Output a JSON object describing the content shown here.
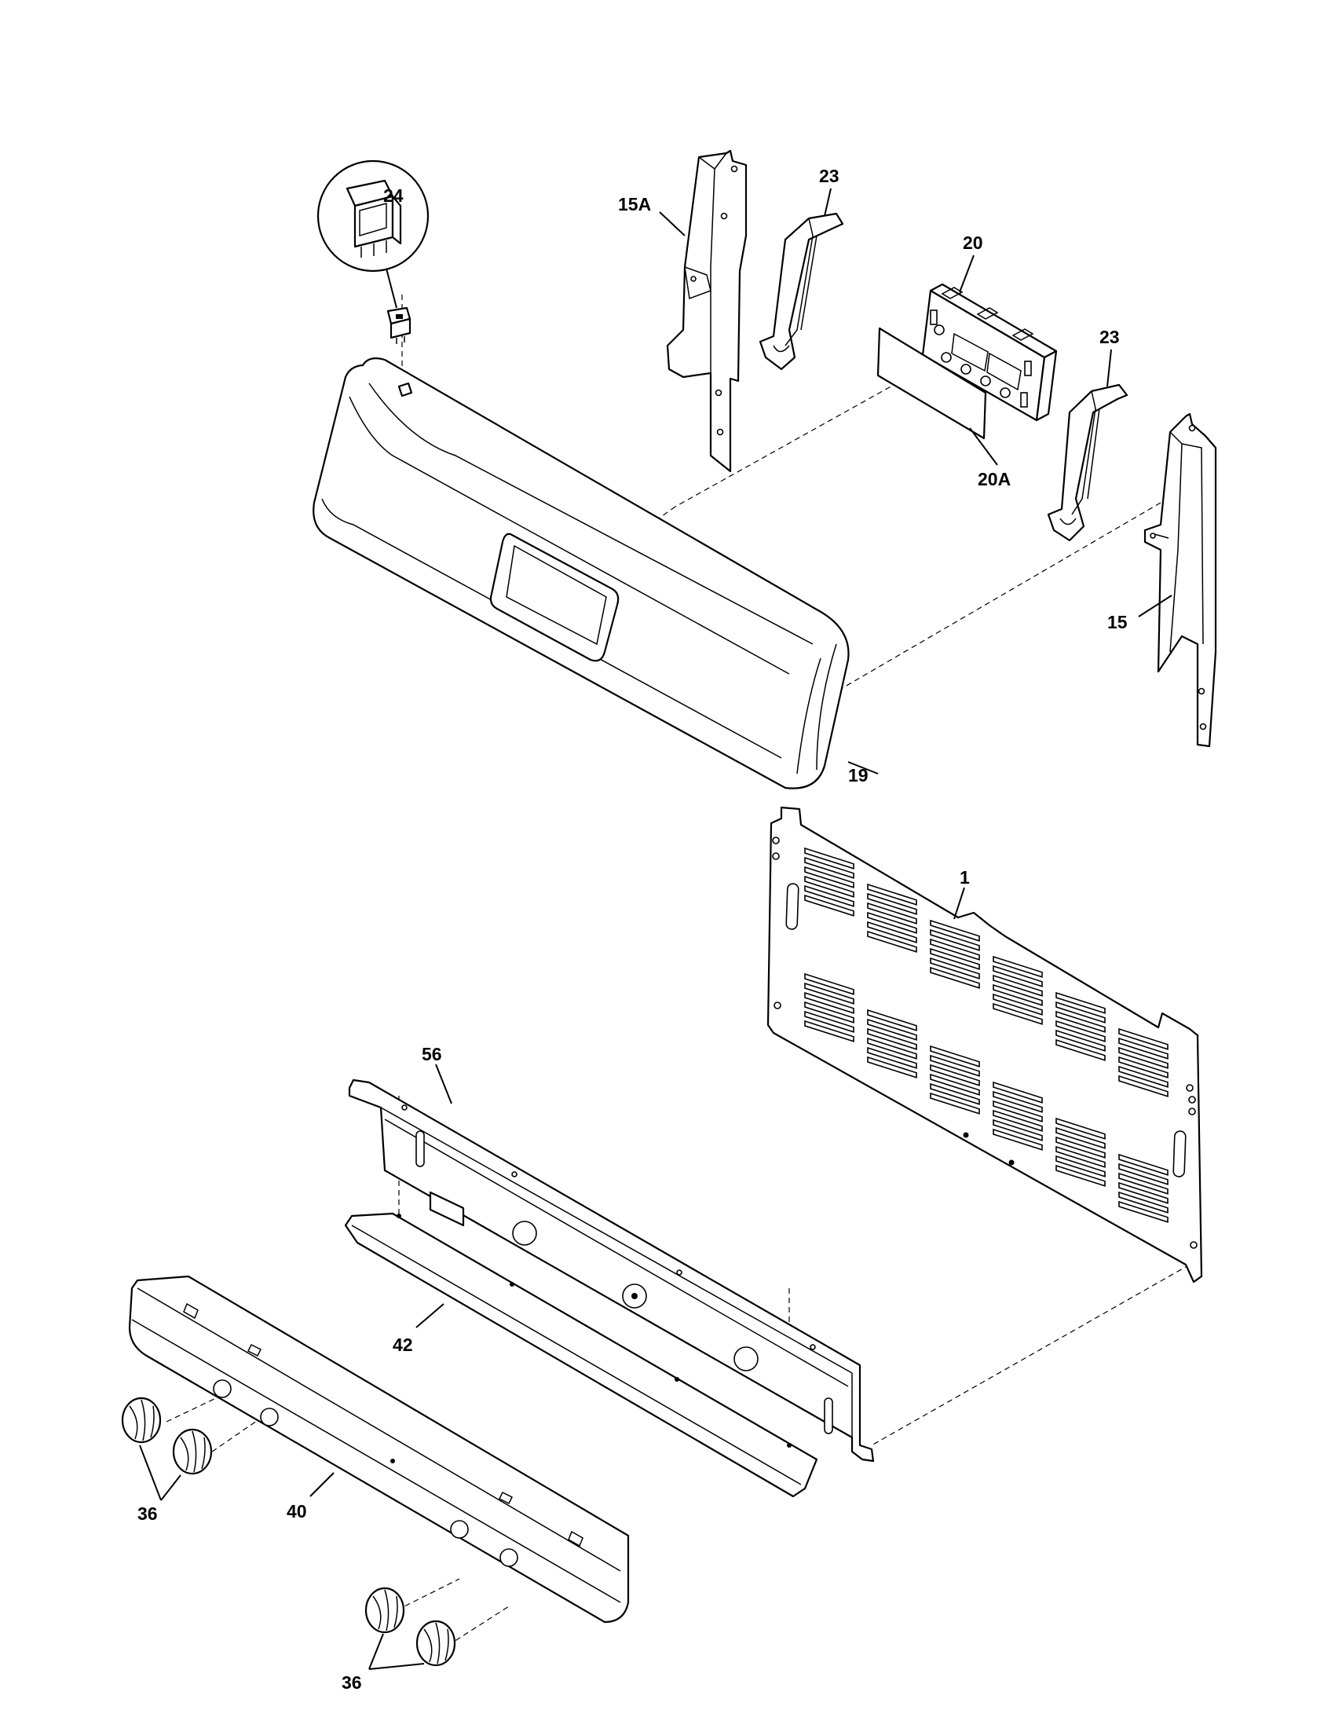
{
  "labels": {
    "p24": "24",
    "p15a": "15A",
    "p23a": "23",
    "p20": "20",
    "p23b": "23",
    "p20a": "20A",
    "p15": "15",
    "p19": "19",
    "p1": "1",
    "p56": "56",
    "p42": "42",
    "p40": "40",
    "p36a": "36",
    "p36b": "36"
  }
}
